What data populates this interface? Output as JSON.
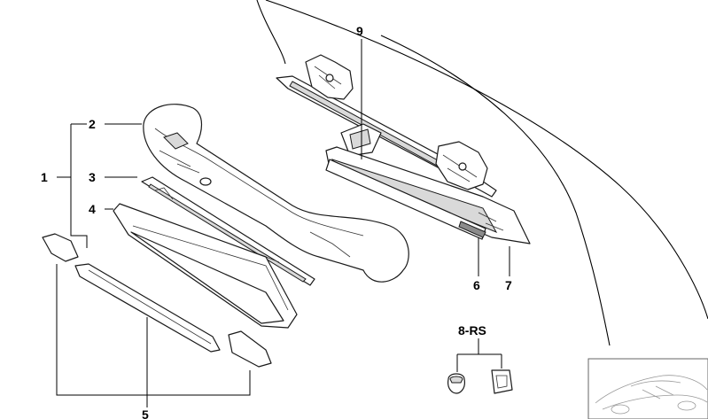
{
  "callouts": {
    "c1": "1",
    "c2": "2",
    "c3": "3",
    "c4": "4",
    "c5": "5",
    "c6": "6",
    "c7": "7",
    "c8": "8-RS",
    "c9": "9"
  },
  "colors": {
    "line": "#000000",
    "part_fill": "#ffffff",
    "shade": "#d9d9d9"
  }
}
